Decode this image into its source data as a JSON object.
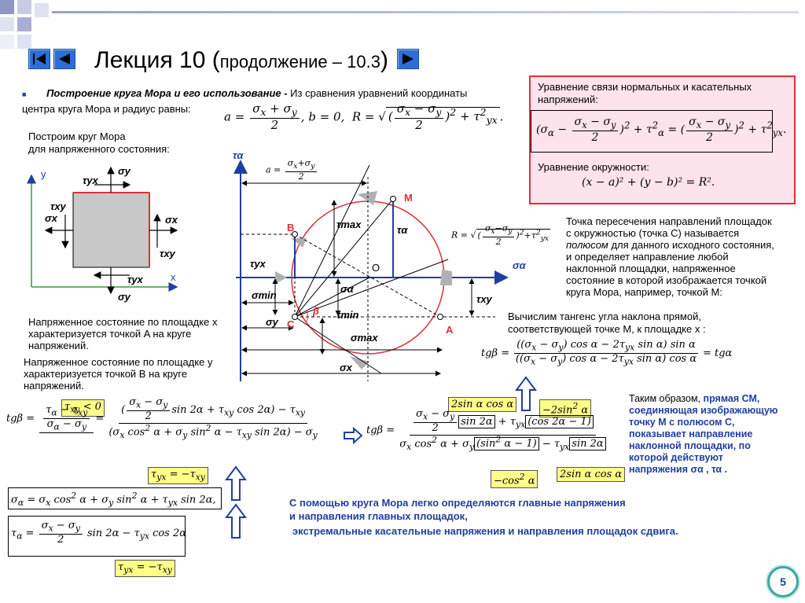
{
  "header": {
    "title_main": "Лекция 10 (",
    "title_sub": "продолжение – 10.3",
    "title_close": ")"
  },
  "section": {
    "bullet": "■",
    "heading": "Построение круга Мора и его использование - ",
    "text1": "Из сравнения уравнений координаты",
    "text2": "центра круга Мора и радиус равны:"
  },
  "left": {
    "build_line1": "Построим круг Мора",
    "build_line2": "для напряженного состояния:",
    "stateA_1": "Напряженное состояние по площадке x",
    "stateA_2": "характеризуется точкой A на круге",
    "stateA_3": "напряжений.",
    "stateB_1": "Напряженное состояние по площадке y",
    "stateB_2": "характеризуется точкой B на круге",
    "stateB_3": "напряжений."
  },
  "element": {
    "y": "y",
    "x": "x",
    "sigma_y_top": "σy",
    "tau_yx_top": "τyx",
    "tau_xy_left": "τxy",
    "sigma_x_left": "σx",
    "sigma_x_right": "σx",
    "tau_xy_right": "τxy",
    "tau_yx_bottom": "τyx",
    "sigma_y_bottom": "σy"
  },
  "mohr": {
    "tau_axis": "τα",
    "sigma_axis": "σα",
    "a_eq": "a = (σx + σy)/2",
    "R_eq": "R = √(((σx − σy)/2)² + τ²yx)",
    "M": "M",
    "B": "B",
    "C": "C",
    "A": "A",
    "O": "O",
    "beta": "β",
    "tau_max": "τmax",
    "tau_alpha": "τα",
    "tau_yx": "τyx",
    "sigma_alpha": "σα",
    "sigma_min": "σmin",
    "sigma_y": "σy",
    "tau_min": "τmin",
    "sigma_max": "σmax",
    "sigma_x": "σx",
    "tau_xy": "τxy"
  },
  "right": {
    "pink_line1": "Уравнение связи нормальных и касательных",
    "pink_line2": "напряжений:",
    "circle_eq_label": "Уравнение окружности:",
    "circle_eq": "(x − a)² + (y − b)² = R².",
    "pole_1": "Точка пересечения направлений площадок",
    "pole_2": "с окружностью (точка С) называется",
    "pole_3a": "полюсом",
    "pole_3b": " для данного исходного состояния,",
    "pole_4": "и определяет направление любой",
    "pole_5": "наклонной площадки, напряженное",
    "pole_6": "состояние  в которой изображается точкой",
    "pole_7": "круга Мора, например, точкой M:",
    "tan_1": "Вычислим тангенс угла наклона прямой,",
    "tan_2": "соответствующей точке M, к площадке x :",
    "concl_1": "Таким образом, ",
    "concl_1b": "прямая СМ,",
    "concl_2": "соединяющая изображающую",
    "concl_3": "точку М с полюсом С,",
    "concl_4": "показывает направление",
    "concl_5": "наклонной площадки, по",
    "concl_6": "которой действуют",
    "concl_7": "напряжения σα , τα ."
  },
  "bottom": {
    "b1": "С помощью круга Мора легко определяются главные напряжения",
    "b2": "и направления главных площадок,",
    "b3": "экстремальные касательные напряжения и направления площадок сдвига."
  },
  "page_number": "5",
  "colors": {
    "nav_blue": "#2d6fd6",
    "circle_red": "#e0303a",
    "pink_fill": "#fde4ec",
    "highlight_yellow": "#ffff88",
    "axis_blue": "#1f3fa0",
    "page_badge": "#3ca7a0"
  }
}
